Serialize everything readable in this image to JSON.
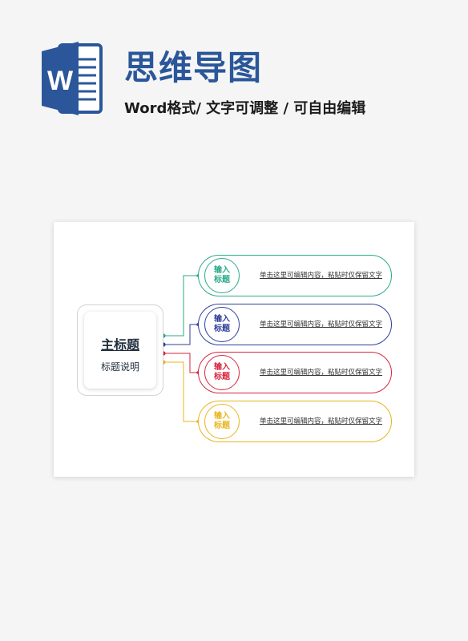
{
  "header": {
    "logo_letter": "W",
    "title": "思维导图",
    "subtitle": "Word格式/ 文字可调整 / 可自由编辑",
    "brand_color": "#2b579a"
  },
  "mindmap": {
    "main": {
      "title": "主标题",
      "description": "标题说明"
    },
    "branches": [
      {
        "label": "输入\n标题",
        "text": "单击这里可编辑内容，粘贴时仅保留文字",
        "color": "#2aaa8a"
      },
      {
        "label": "输入\n标题",
        "text": "单击这里可编辑内容，粘贴时仅保留文字",
        "color": "#2e3f9a"
      },
      {
        "label": "输入\n标题",
        "text": "单击这里可编辑内容，粘贴时仅保留文字",
        "color": "#d7263d"
      },
      {
        "label": "输入\n标题",
        "text": "单击这里可编辑内容，粘贴时仅保留文字",
        "color": "#e8b51c"
      }
    ]
  }
}
